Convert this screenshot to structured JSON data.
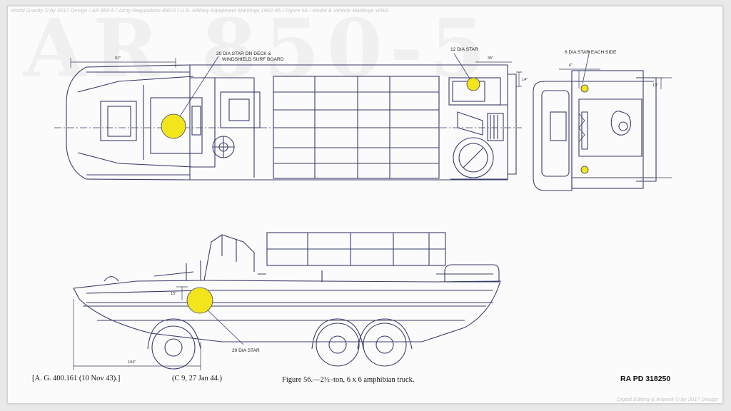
{
  "watermark": "AR 850-5",
  "top_credit": "World Gravity © by 2017 Design / AR 850-5 / Army Regulations 850-5 / U.S. Military Equipment Markings 1942-45 / Figure 56 / Model & Vehicle Markings WW2",
  "bottom_credit": "Digital Editing & Artwork © by 2017 Design",
  "labels": {
    "deck_star": "20 DIA STAR ON DECK &",
    "deck_star_2": "WINDSHIELD SURF BOARD",
    "rear_star": "12 DIA STAR",
    "side_star": "6 DIA STAR EACH SIDE",
    "hull_star": "20 DIA STAR"
  },
  "dims": {
    "d_deck": "91\"",
    "d_rear": "35\"",
    "d_rear_v": "14\"",
    "d_end_1": "6\"",
    "d_end_2": "13\"",
    "d_side_v": "15\"",
    "d_side_h": "104\""
  },
  "caption": {
    "ag": "[A. G. 400.161 (10 Nov 43).]",
    "c": "(C 9, 27 Jan 44.)",
    "figure": "Figure 56.—2½–ton, 6 x 6 amphibian truck.",
    "ra": "RA PD 318250"
  },
  "colors": {
    "star": "#f2e51c",
    "line": "#3a3d6b"
  }
}
